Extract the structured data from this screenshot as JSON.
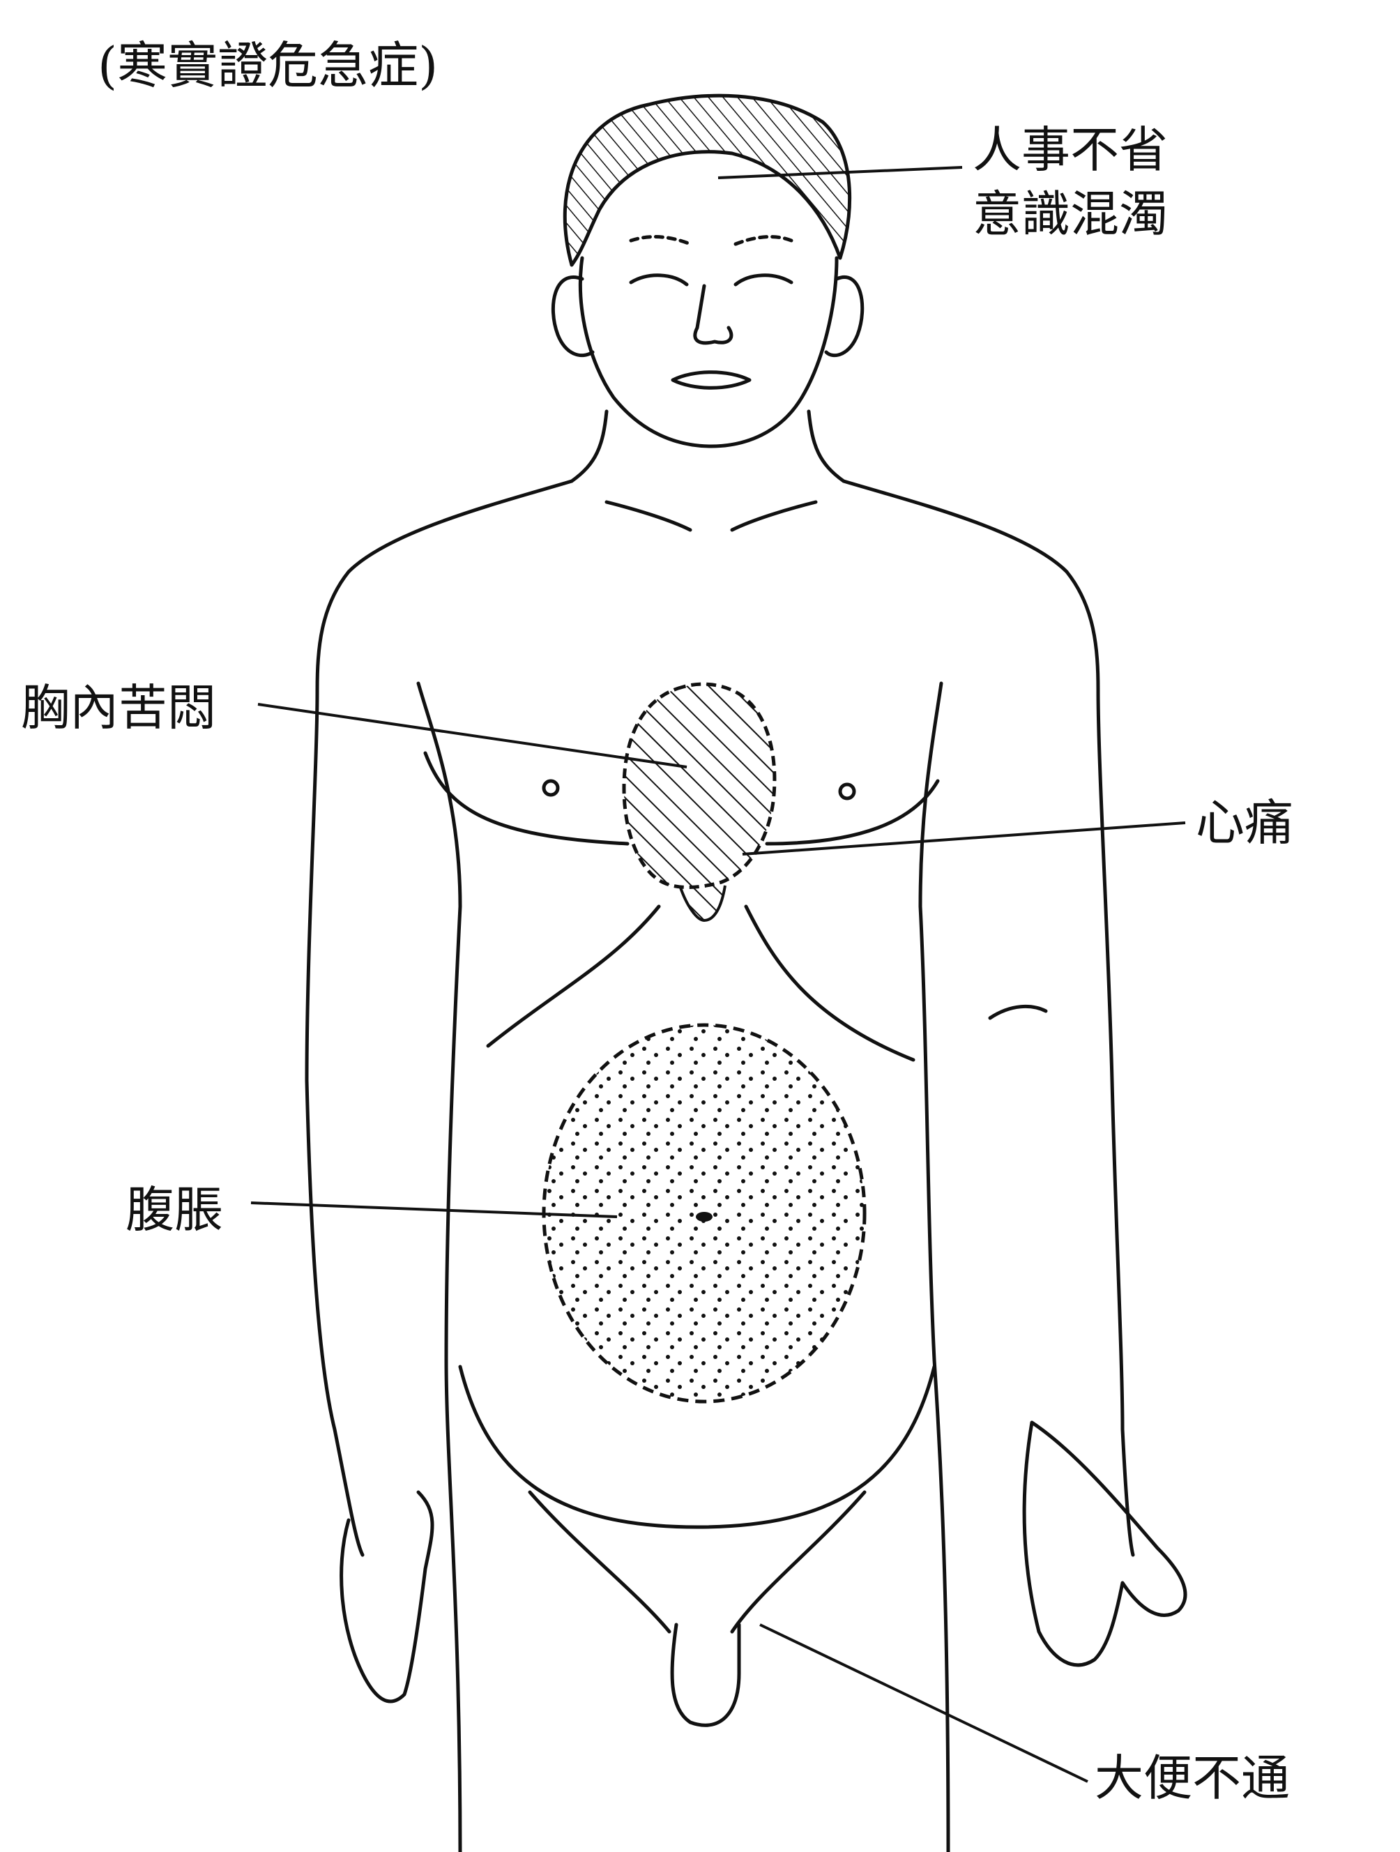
{
  "title": "(寒實證危急症)",
  "labels": {
    "head_line1": "人事不省",
    "head_line2": "意識混濁",
    "chest": "胸內苦悶",
    "heart": "心痛",
    "abdomen": "腹脹",
    "bowel": "大便不通"
  },
  "colors": {
    "ink": "#111111",
    "background": "#ffffff"
  }
}
